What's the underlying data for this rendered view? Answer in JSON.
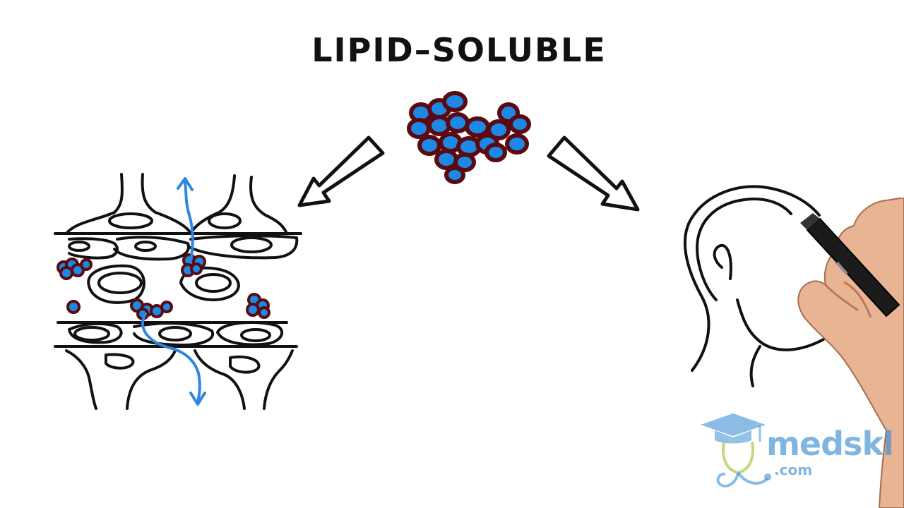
{
  "title": "LIPID–SOLUBLE",
  "logo": {
    "brand_main": "medskl",
    "brand_sub": ".com"
  },
  "colors": {
    "ink": "#111111",
    "molecule_fill": "#1e88e5",
    "molecule_outline": "#5a0a10",
    "arrow_blue": "#2f86e0",
    "logo_blue": "#3d8fd4",
    "logo_green": "#9bc53d",
    "skin": "#e8b494"
  },
  "icons": [
    "lipid-molecule-cluster-icon",
    "down-left-arrow-icon",
    "down-right-arrow-icon",
    "cell-membrane-icon",
    "head-outline-icon",
    "hand-holding-marker-icon",
    "graduation-cap-icon",
    "stethoscope-icon"
  ]
}
